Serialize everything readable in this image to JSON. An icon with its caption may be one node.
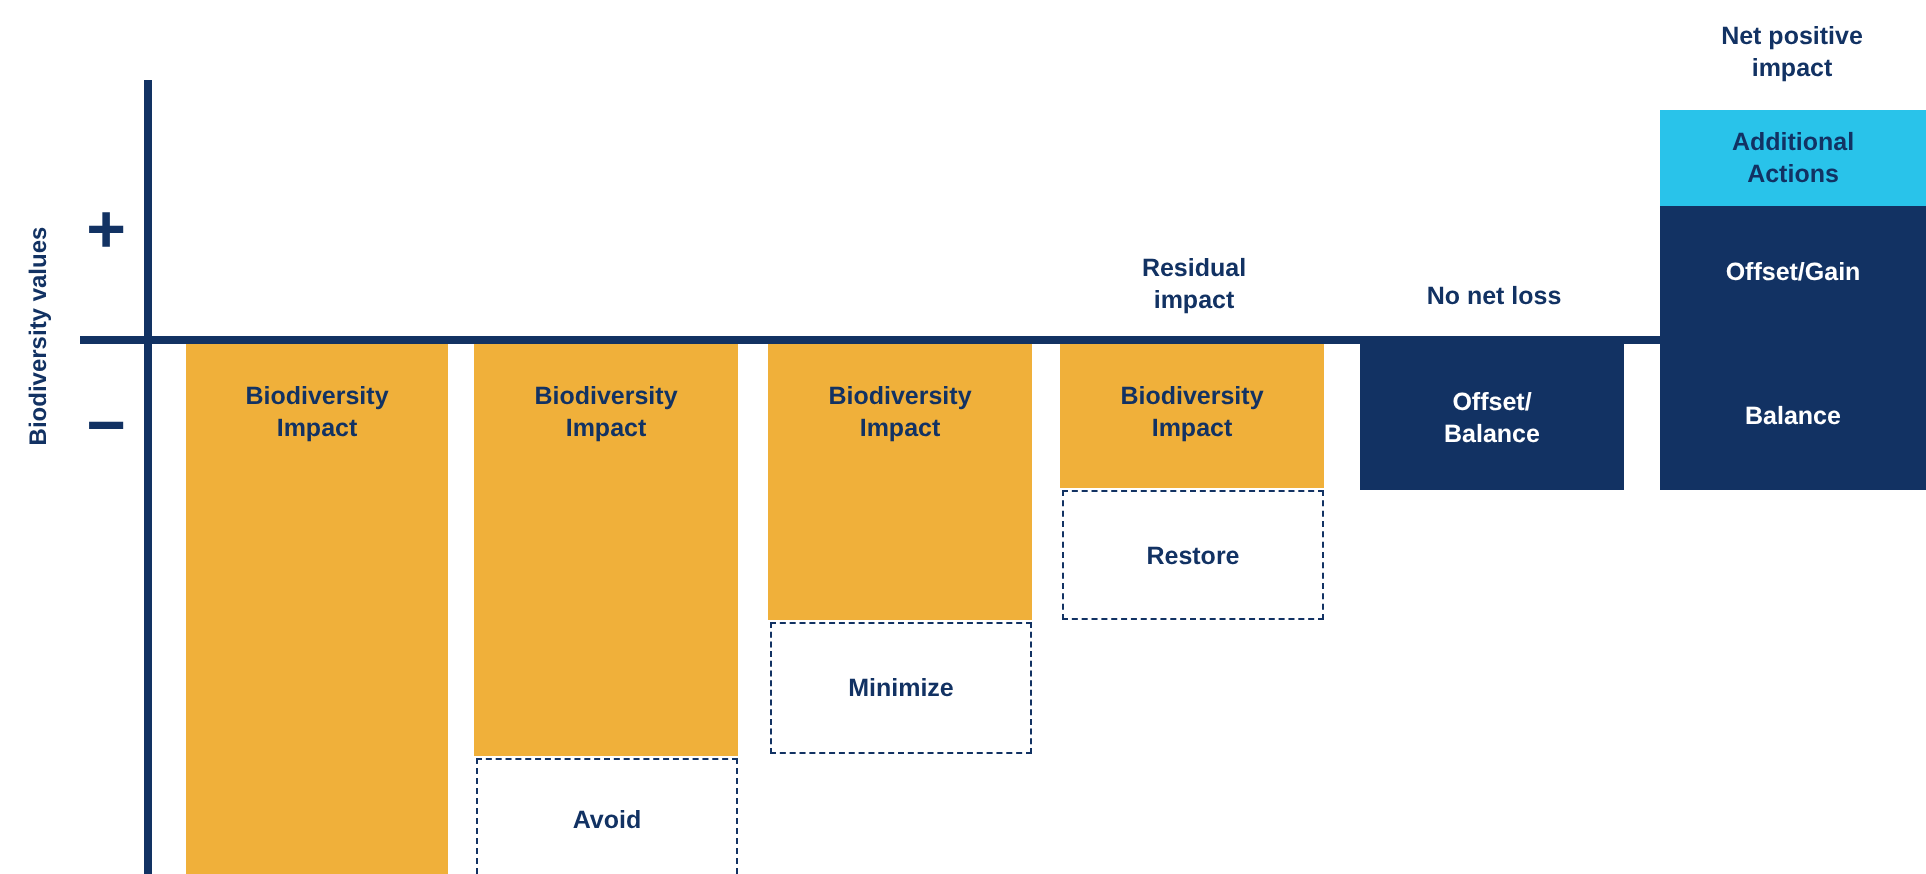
{
  "diagram": {
    "nodes": [
      {
        "text": [
          "Biodiversity Impact"
        ]
      },
      {
        "text": [
          "Biodiversity Impact"
        ]
      },
      {
        "text": [
          "Avoid"
        ]
      },
      {
        "text": [
          "Biodiversity Impact"
        ]
      },
      {
        "text": [
          "Minimize"
        ]
      },
      {
        "text": [
          "Biodiversity Impact"
        ]
      },
      {
        "text": [
          "Restore"
        ]
      },
      {
        "text": [
          "Offset/ Balance"
        ]
      },
      {
        "text": [
          "Additional Actions"
        ]
      },
      {
        "text": [
          "Offset/Gain"
        ]
      },
      {
        "text": [
          "Balance"
        ]
      }
    ],
    "edges": [],
    "labels": [
      "Net positive impact",
      "+",
      "Residual impact",
      "No net loss",
      "Biodiversity values",
      "−"
    ]
  }
}
